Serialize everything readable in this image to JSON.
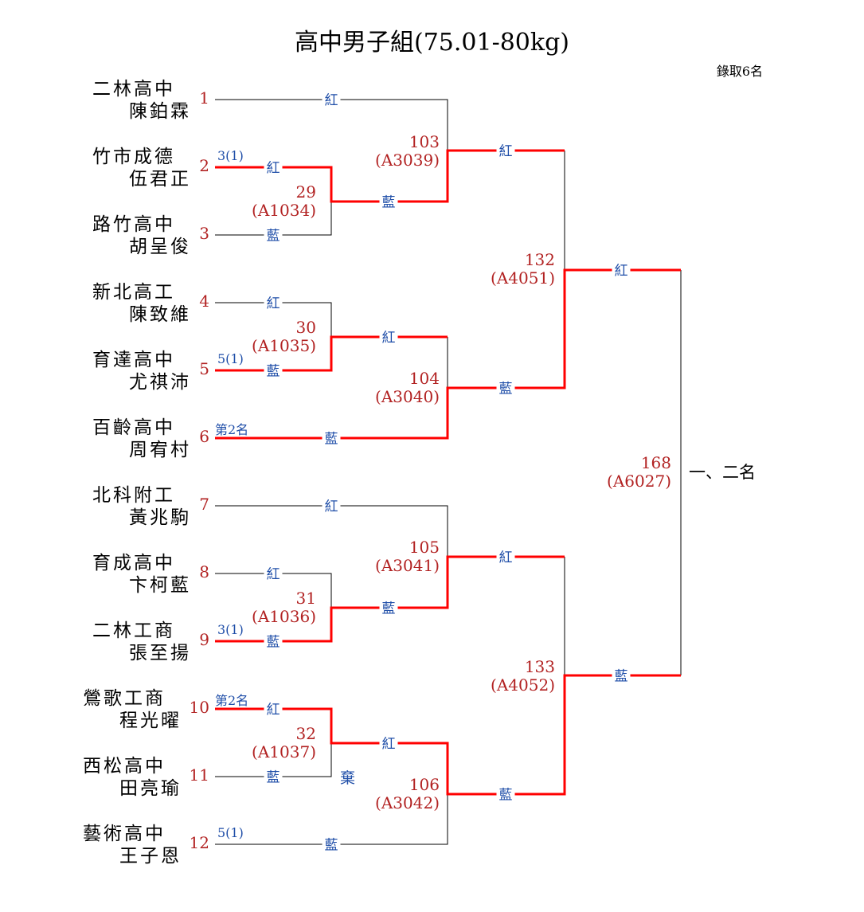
{
  "title": "高中男子組(75.01-80kg)",
  "quota": "錄取6名",
  "entries": [
    {
      "seed": "1",
      "school": "二林高中",
      "name": "陳鉑霖",
      "corner": "紅"
    },
    {
      "seed": "2",
      "school": "竹市成德",
      "name": "伍君正",
      "corner": "紅",
      "note": "3(1)"
    },
    {
      "seed": "3",
      "school": "路竹高中",
      "name": "胡呈俊",
      "corner": "藍"
    },
    {
      "seed": "4",
      "school": "新北高工",
      "name": "陳致維",
      "corner": "紅"
    },
    {
      "seed": "5",
      "school": "育達高中",
      "name": "尤祺沛",
      "corner": "藍",
      "note": "5(1)"
    },
    {
      "seed": "6",
      "school": "百齡高中",
      "name": "周宥村",
      "corner": "藍",
      "note": "第2名"
    },
    {
      "seed": "7",
      "school": "北科附工",
      "name": "黃兆駒",
      "corner": "紅"
    },
    {
      "seed": "8",
      "school": "育成高中",
      "name": "卞柯藍",
      "corner": "紅"
    },
    {
      "seed": "9",
      "school": "二林工商",
      "name": "張至揚",
      "corner": "藍",
      "note": "3(1)"
    },
    {
      "seed": "10",
      "school": "鶯歌工商",
      "name": "程光曜",
      "corner": "紅",
      "note": "第2名"
    },
    {
      "seed": "11",
      "school": "西松高中",
      "name": "田亮瑜",
      "corner": "藍"
    },
    {
      "seed": "12",
      "school": "藝術高中",
      "name": "王子恩",
      "corner": "藍",
      "note": "5(1)"
    }
  ],
  "matches": [
    {
      "no": "29",
      "code": "(A1034)",
      "corner": "藍"
    },
    {
      "no": "30",
      "code": "(A1035)",
      "corner": "紅"
    },
    {
      "no": "31",
      "code": "(A1036)",
      "corner": "藍"
    },
    {
      "no": "32",
      "code": "(A1037)",
      "corner": "紅",
      "forfeit": "棄"
    },
    {
      "no": "103",
      "code": "(A3039)",
      "corner": "紅"
    },
    {
      "no": "104",
      "code": "(A3040)",
      "corner": "藍"
    },
    {
      "no": "105",
      "code": "(A3041)",
      "corner": "紅"
    },
    {
      "no": "106",
      "code": "(A3042)",
      "corner": "藍"
    },
    {
      "no": "132",
      "code": "(A4051)",
      "corner": "紅"
    },
    {
      "no": "133",
      "code": "(A4052)",
      "corner": "藍"
    },
    {
      "no": "168",
      "code": "(A6027)"
    }
  ],
  "final_label": "一、二名",
  "colors": {
    "winner_line": "#ff0000",
    "seed": "#b22222",
    "corner": "#1f4ea8"
  }
}
